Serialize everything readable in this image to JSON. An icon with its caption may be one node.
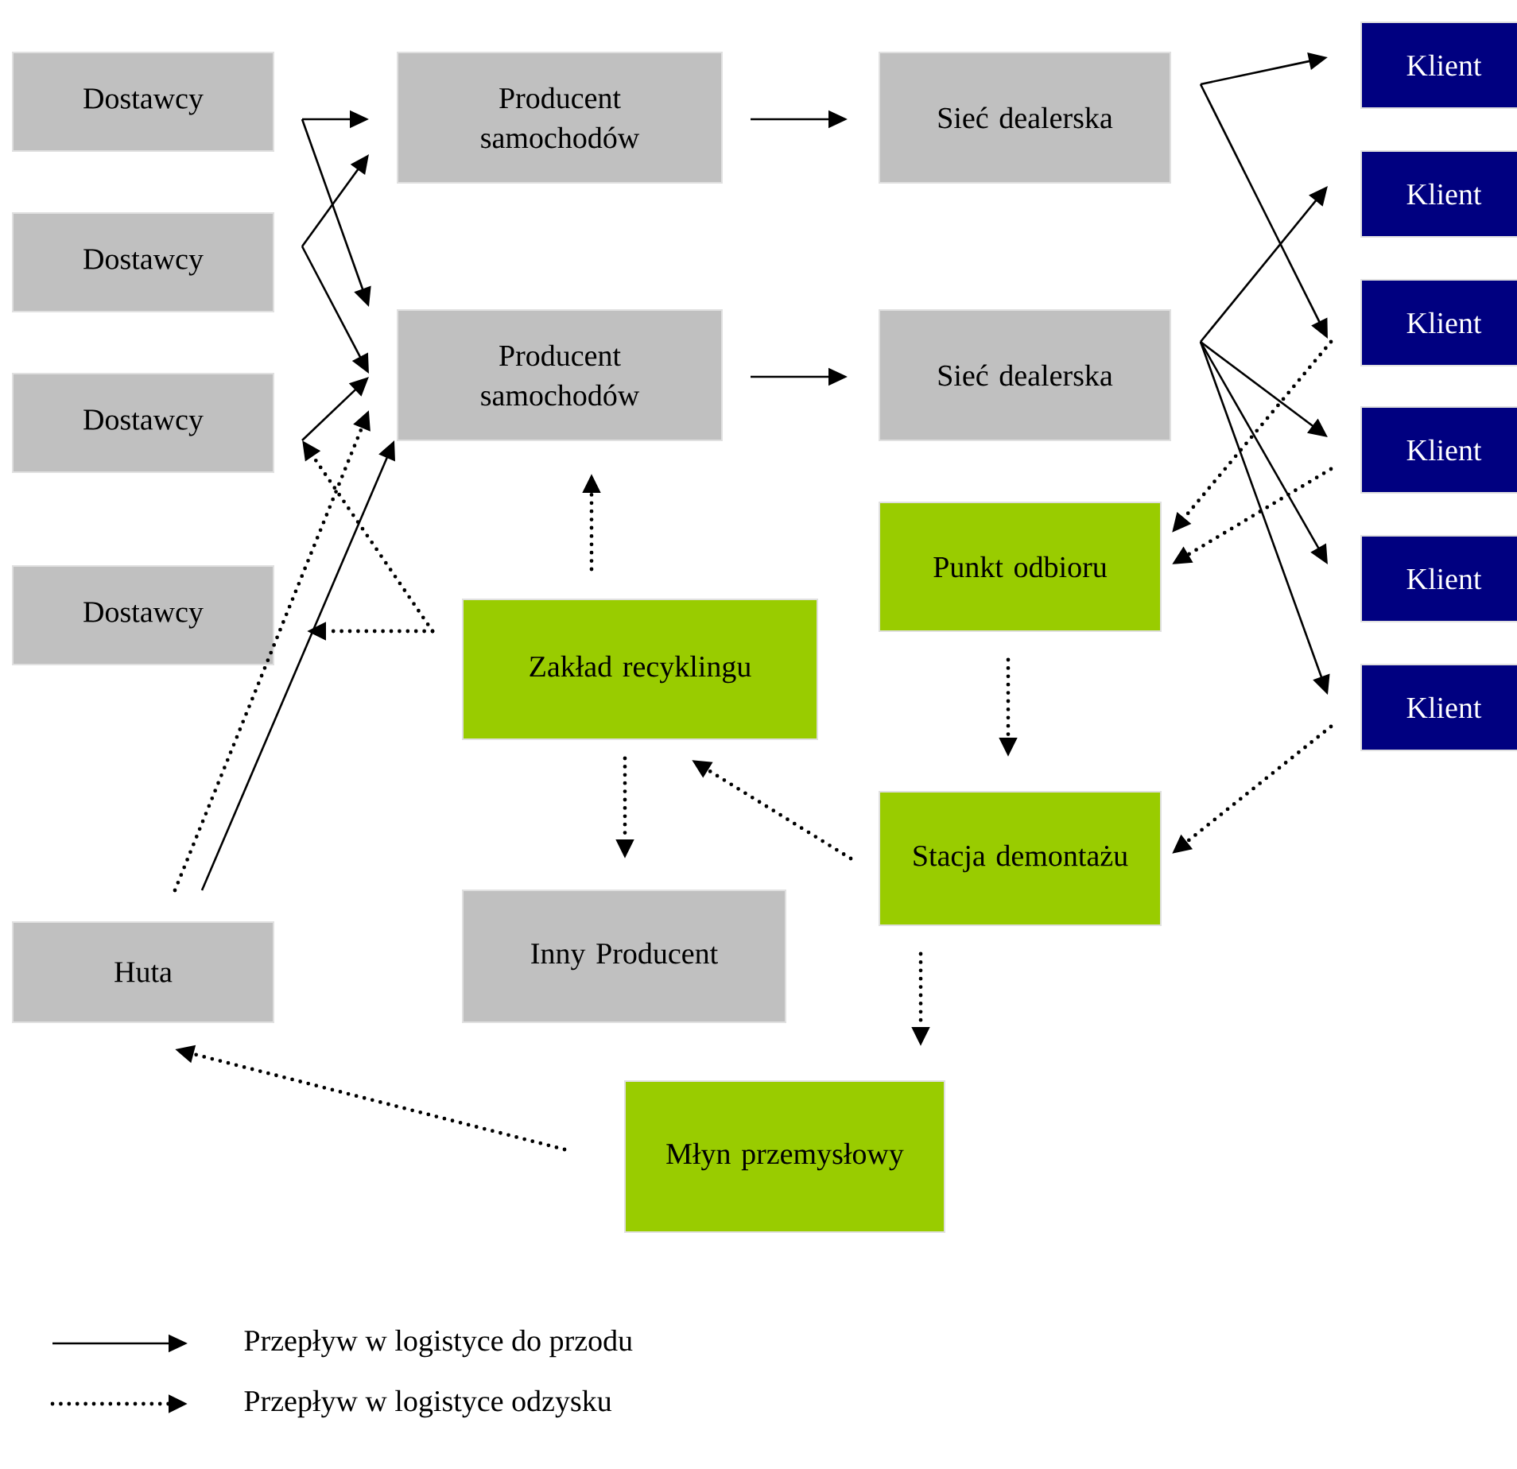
{
  "diagram": {
    "nodes": [
      {
        "text": [
          "Dostawcy"
        ]
      },
      {
        "text": [
          "Dostawcy"
        ]
      },
      {
        "text": [
          "Dostawcy"
        ]
      },
      {
        "text": [
          "Dostawcy"
        ]
      },
      {
        "text": [
          "Producent samochodów"
        ]
      },
      {
        "text": [
          "Producent samochodów"
        ]
      },
      {
        "text": [
          "Sieć dealerska"
        ]
      },
      {
        "text": [
          "Sieć dealerska"
        ]
      },
      {
        "text": [
          "Klient"
        ]
      },
      {
        "text": [
          "Klient"
        ]
      },
      {
        "text": [
          "Klient"
        ]
      },
      {
        "text": [
          "Klient"
        ]
      },
      {
        "text": [
          "Klient"
        ]
      },
      {
        "text": [
          "Klient"
        ]
      },
      {
        "text": [
          "Punkt odbioru"
        ]
      },
      {
        "text": [
          "Zakład recyklingu"
        ]
      },
      {
        "text": [
          "Stacja demontażu"
        ]
      },
      {
        "text": [
          "Huta"
        ]
      },
      {
        "text": [
          "Inny Producent"
        ]
      },
      {
        "text": [
          "Młyn przemysłowy"
        ]
      }
    ],
    "edges": [
      {
        "from": 0,
        "to": 4,
        "arrow": "to"
      },
      {
        "from": 0,
        "to": 5,
        "arrow": "to"
      },
      {
        "from": 1,
        "to": 4,
        "arrow": "to"
      },
      {
        "from": 1,
        "to": 5,
        "arrow": "to"
      },
      {
        "from": 2,
        "to": 5,
        "arrow": "to"
      },
      {
        "from": 17,
        "to": 5,
        "arrow": "to"
      },
      {
        "from": 17,
        "to": 5,
        "arrow": "to",
        "style": "dashed"
      },
      {
        "from": 15,
        "to": 2,
        "arrow": "to",
        "style": "dashed"
      },
      {
        "from": 15,
        "to": 3,
        "arrow": "to",
        "style": "dashed"
      },
      {
        "from": 15,
        "to": 5,
        "arrow": "to",
        "style": "dashed"
      },
      {
        "from": 4,
        "to": 6,
        "arrow": "to"
      },
      {
        "from": 5,
        "to": 7,
        "arrow": "to"
      },
      {
        "from": 6,
        "to": 8,
        "arrow": "to"
      },
      {
        "from": 6,
        "to": 10,
        "arrow": "to"
      },
      {
        "from": 7,
        "to": 9,
        "arrow": "to"
      },
      {
        "from": 7,
        "to": 11,
        "arrow": "to"
      },
      {
        "from": 7,
        "to": 12,
        "arrow": "to"
      },
      {
        "from": 7,
        "to": 13,
        "arrow": "to"
      },
      {
        "from": 10,
        "to": 14,
        "arrow": "to",
        "style": "dashed"
      },
      {
        "from": 11,
        "to": 14,
        "arrow": "to",
        "style": "dashed"
      },
      {
        "from": 13,
        "to": 16,
        "arrow": "to",
        "style": "dashed"
      },
      {
        "from": 14,
        "to": 16,
        "arrow": "to",
        "style": "dashed"
      },
      {
        "from": 16,
        "to": 15,
        "arrow": "to",
        "style": "dashed"
      },
      {
        "from": 15,
        "to": 18,
        "arrow": "to",
        "style": "dashed"
      },
      {
        "from": 16,
        "to": 19,
        "arrow": "to",
        "style": "dashed"
      },
      {
        "from": 19,
        "to": 17,
        "arrow": "to",
        "style": "dashed"
      }
    ],
    "legend": [
      {
        "text": "Przepływ w logistyce do przodu"
      },
      {
        "text": "Przepływ w logistyce odzysku"
      }
    ]
  }
}
